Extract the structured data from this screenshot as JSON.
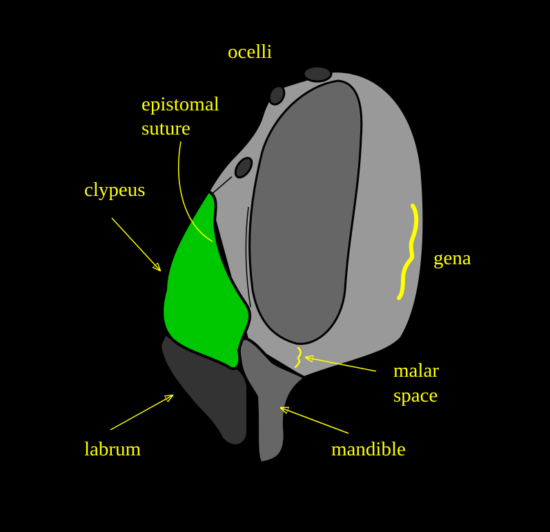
{
  "colors": {
    "background": "#000000",
    "head": "#999999",
    "eye": "#666666",
    "clypeus": "#00c800",
    "labrum": "#333333",
    "mandible": "#666666",
    "ocelli": "#333333",
    "label": "#ffff00"
  },
  "labels": {
    "ocelli": "ocelli",
    "epistomal_line1": "epistomal",
    "epistomal_line2": "suture",
    "clypeus": "clypeus",
    "gena": "gena",
    "malar_line1": "malar",
    "malar_line2": "space",
    "labrum": "labrum",
    "mandible": "mandible"
  }
}
